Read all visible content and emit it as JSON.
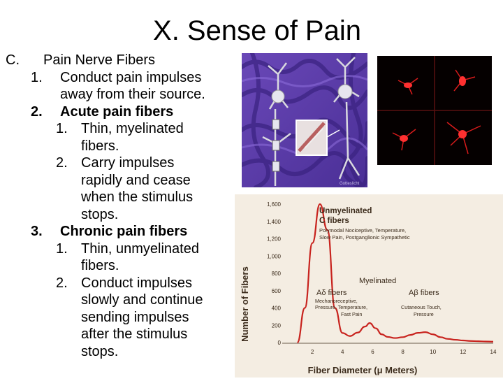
{
  "slide": {
    "title": "X. Sense of Pain",
    "outline": [
      {
        "marker": "C.",
        "text": "Pain Nerve Fibers",
        "bold": false
      },
      {
        "marker": "1.",
        "text": "Conduct pain impulses",
        "bold": false
      },
      {
        "marker": "",
        "text": "away from their source.",
        "bold": false
      },
      {
        "marker": "2.",
        "text": "Acute pain fibers",
        "bold": true
      },
      {
        "marker": "1.",
        "text": "Thin, myelinated",
        "bold": false
      },
      {
        "marker": "",
        "text": "fibers.",
        "bold": false
      },
      {
        "marker": "2.",
        "text": "Carry impulses",
        "bold": false
      },
      {
        "marker": "",
        "text": "rapidly and cease",
        "bold": false
      },
      {
        "marker": "",
        "text": "when the stimulus",
        "bold": false
      },
      {
        "marker": "",
        "text": "stops.",
        "bold": false
      },
      {
        "marker": "3.",
        "text": "Chronic pain fibers",
        "bold": true
      },
      {
        "marker": "1.",
        "text": "Thin, unmyelinated",
        "bold": false
      },
      {
        "marker": "",
        "text": "fibers.",
        "bold": false
      },
      {
        "marker": "2.",
        "text": "Conduct impulses",
        "bold": false
      },
      {
        "marker": "",
        "text": "slowly and continue",
        "bold": false
      },
      {
        "marker": "",
        "text": "sending impulses",
        "bold": false
      },
      {
        "marker": "",
        "text": "after the stimulus",
        "bold": false
      },
      {
        "marker": "",
        "text": "stops.",
        "bold": false
      }
    ]
  },
  "images": {
    "neuron_credit": "Gotteslicht"
  },
  "chart_data": {
    "type": "line",
    "title": "",
    "xlabel": "Fiber Diameter (μ Meters)",
    "ylabel": "Number of Fibers",
    "xlim": [
      0,
      14
    ],
    "ylim": [
      0,
      1600
    ],
    "x_ticks": [
      "2",
      "4",
      "6",
      "8",
      "10",
      "12",
      "14"
    ],
    "y_ticks": [
      "0",
      "200",
      "400",
      "600",
      "800",
      "1,000",
      "1,200",
      "1,400",
      "1,600"
    ],
    "grid": false,
    "series": [
      {
        "x": [
          1.0,
          1.5,
          2.0,
          2.5,
          3.0,
          3.5,
          4.0,
          4.5,
          5.0,
          5.5,
          5.8,
          6.2,
          6.6,
          7.0,
          7.5,
          8.0,
          8.5,
          9.0,
          9.5,
          10.0,
          10.5,
          11.0,
          11.5,
          12.0,
          12.5,
          13.0,
          13.5,
          14.0
        ],
        "values": [
          0,
          400,
          1150,
          1600,
          1300,
          400,
          110,
          75,
          115,
          185,
          225,
          165,
          95,
          65,
          52,
          62,
          88,
          112,
          120,
          95,
          62,
          42,
          32,
          24,
          18,
          15,
          12,
          10
        ]
      }
    ],
    "annotations": {
      "unmyelinated_title": "Unmyelinated",
      "unmyelinated_subtitle": "C fibers",
      "unmyelinated_desc1": "Polymodal Nociceptive, Temperature,",
      "unmyelinated_desc2": "Slow Pain, Postganglionic Sympathetic",
      "myelinated_title": "Myelinated",
      "adelta_label": "Aδ fibers",
      "adelta_desc1": "Mechanoreceptive,",
      "adelta_desc2": "Pressure, Temperature,",
      "adelta_desc3": "Fast Pain",
      "abeta_label": "Aβ fibers",
      "abeta_desc1": "Cutaneous Touch,",
      "abeta_desc2": "Pressure"
    },
    "colors": {
      "line": "#c8241f",
      "background": "#f4ede2",
      "text": "#3a2a1a"
    }
  }
}
